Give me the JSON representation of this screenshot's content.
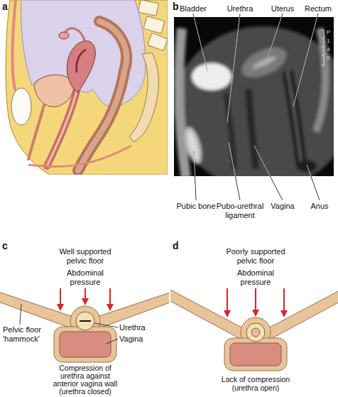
{
  "diagram": {
    "labels": [
      "a",
      "b",
      "Bladder",
      "Urethra",
      "Uterus",
      "Rectum",
      "P 1 4 0",
      "Pubic bone",
      "Pubo-urethral ligament",
      "Vagina",
      "Anus",
      "c",
      "d",
      "Well supported pelvic floor",
      "Abdominal pressure",
      "Urethra",
      "Vagina",
      "Pelvic floor 'hammock'",
      "Compression of urethra against anterior vagina wall (urethra closed)",
      "Poorly supported pelvic floor",
      "Abdominal pressure",
      "Lack of compression (urethra open)"
    ]
  }
}
